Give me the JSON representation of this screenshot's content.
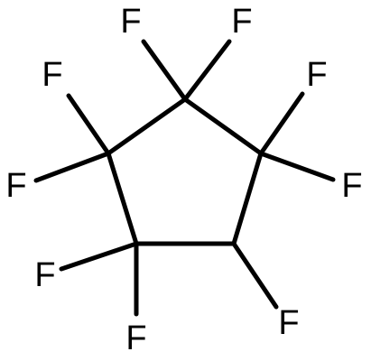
{
  "molecule": {
    "atoms": [
      {
        "id": "f1",
        "symbol": "F"
      },
      {
        "id": "f2",
        "symbol": "F"
      },
      {
        "id": "f3",
        "symbol": "F"
      },
      {
        "id": "f4",
        "symbol": "F"
      },
      {
        "id": "f5",
        "symbol": "F"
      },
      {
        "id": "f6",
        "symbol": "F"
      },
      {
        "id": "f7",
        "symbol": "F"
      },
      {
        "id": "f8",
        "symbol": "F"
      },
      {
        "id": "f9",
        "symbol": "F"
      }
    ]
  }
}
